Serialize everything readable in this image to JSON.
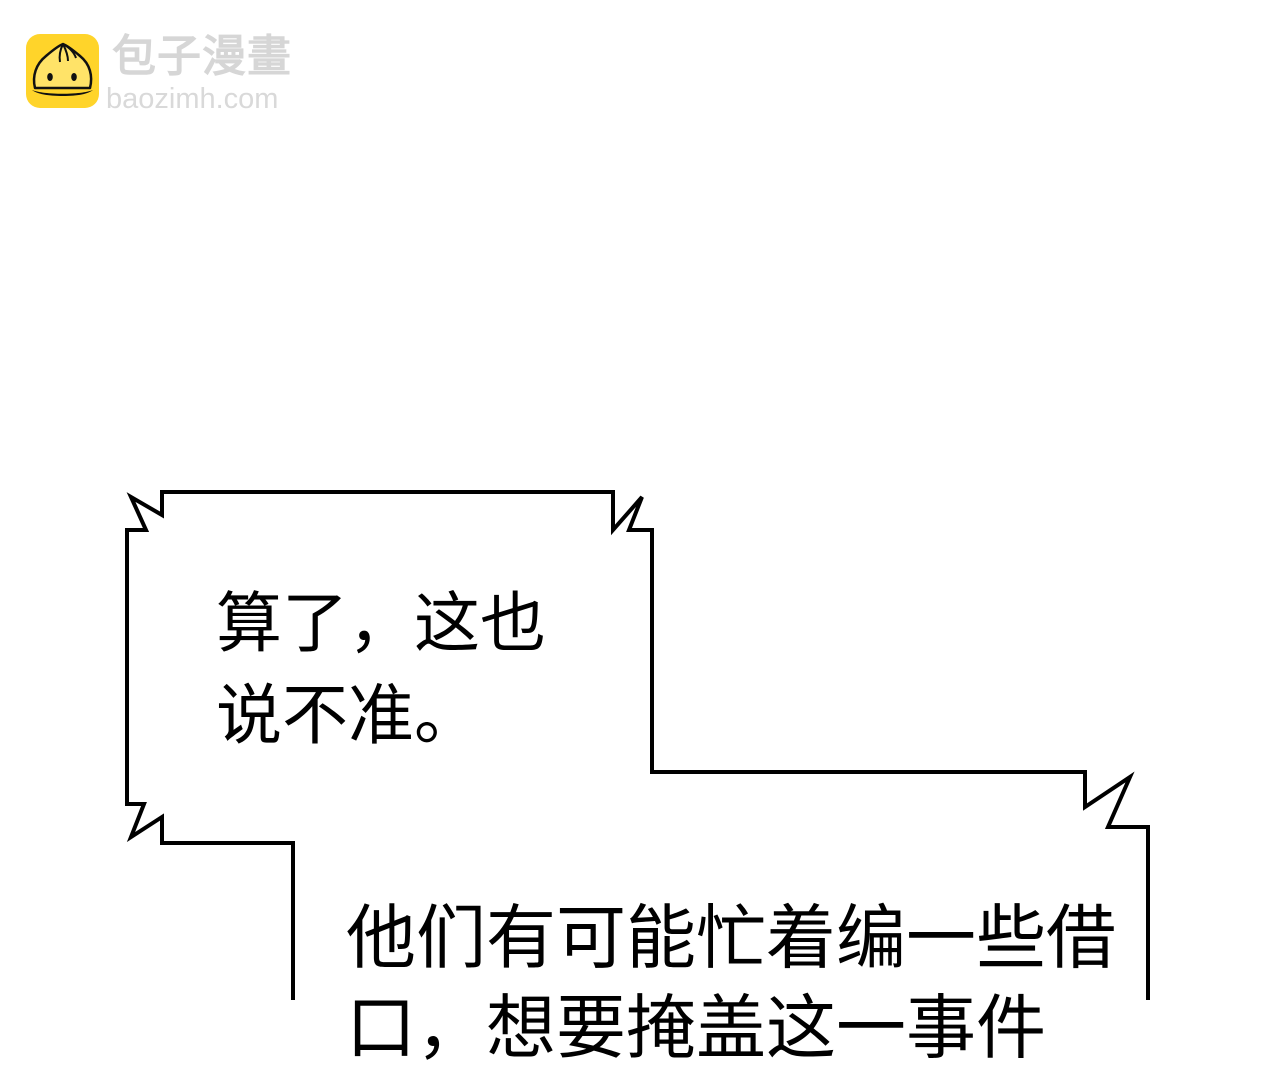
{
  "watermark": {
    "logo_icon": "steamed-bun-icon",
    "brand_name": "包子漫畫",
    "brand_url": "baozimh.com",
    "logo_color": "#FFD42A",
    "text_color": "#D6D6D6"
  },
  "panel": {
    "background": "#FFFFFF",
    "bubbles": [
      {
        "id": "bubble-1",
        "style": "jagged-rectangle",
        "lines": [
          "算了，这也",
          "说不准。"
        ]
      },
      {
        "id": "bubble-2",
        "style": "jagged-rectangle",
        "lines": [
          "他们有可能忙着编一些借",
          "口，想要掩盖这一事件"
        ]
      }
    ]
  }
}
